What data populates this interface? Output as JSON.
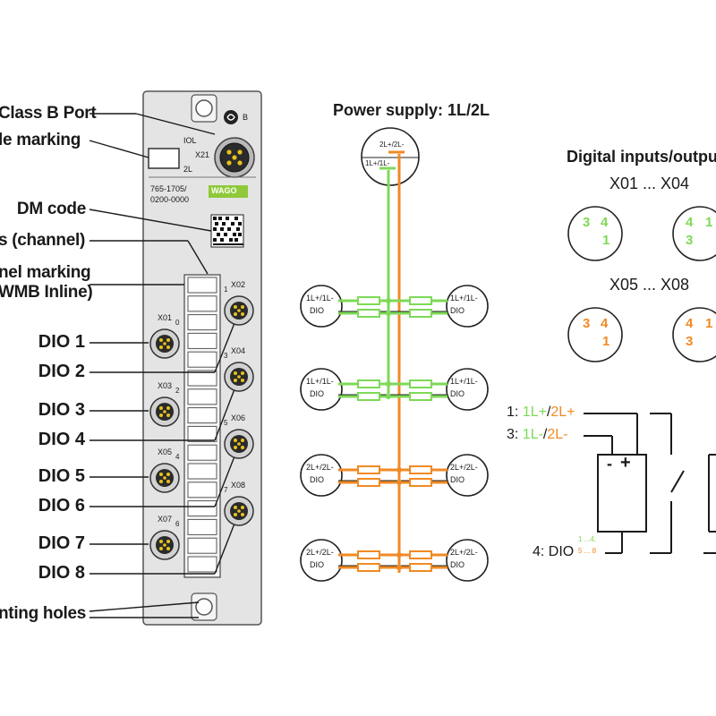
{
  "left_labels": {
    "port": "Class B Port",
    "marking": "le marking",
    "dm_code": "DM code",
    "channel": "s (channel)",
    "panel_marking_1": "nel marking",
    "panel_marking_2": "WMB Inline)",
    "holes": "nting holes"
  },
  "dio_labels": [
    "DIO 1",
    "DIO 2",
    "DIO 3",
    "DIO 4",
    "DIO 5",
    "DIO 6",
    "DIO 7",
    "DIO 8"
  ],
  "device": {
    "port_letter": "B",
    "iol": "IOL",
    "x21": "X21",
    "two_l": "2L",
    "part_number_1": "765-1705/",
    "part_number_2": "0200-0000",
    "brand": "WAGO",
    "left_ports": [
      {
        "name": "X01",
        "num": "0"
      },
      {
        "name": "X03",
        "num": "2"
      },
      {
        "name": "X05",
        "num": "4"
      },
      {
        "name": "X07",
        "num": "6"
      }
    ],
    "right_ports": [
      {
        "name": "X02",
        "num": "1"
      },
      {
        "name": "X04",
        "num": "3"
      },
      {
        "name": "X06",
        "num": "5"
      },
      {
        "name": "X08",
        "num": "7"
      }
    ]
  },
  "power": {
    "title": "Power supply: 1L/2L",
    "top_label_a": "2L+/2L-",
    "top_label_b": "1L+/1L-",
    "conn": [
      {
        "top": "1L+/1L-",
        "bottom": "DIO"
      },
      {
        "top": "1L+/1L-",
        "bottom": "DIO"
      },
      {
        "top": "2L+/2L-",
        "bottom": "DIO"
      },
      {
        "top": "2L+/2L-",
        "bottom": "DIO"
      }
    ]
  },
  "digital": {
    "title": "Digital inputs/outpu",
    "group1": "X01 ... X04",
    "group2": "X05 ... X08",
    "g1_left": [
      "3",
      "4",
      "1"
    ],
    "g1_right": [
      "4",
      "1",
      "3"
    ],
    "g2_left": [
      "3",
      "4",
      "1"
    ],
    "g2_right": [
      "4",
      "1",
      "3"
    ]
  },
  "wiring": {
    "pin1_prefix": "1:",
    "pin1_a": "1L+",
    "pin1_sep": "/",
    "pin1_b": "2L+",
    "pin3_prefix": "3:",
    "pin3_a": "1L-",
    "pin3_sep": "/",
    "pin3_b": "2L-",
    "pin4": "4: DIO",
    "pin4_sup": "1 ...4,",
    "pin4_sub": "5 ... 8",
    "minus": "-",
    "plus": "+"
  },
  "colors": {
    "green": "#7ed957",
    "orange": "#f08a24",
    "line": "#1a1a1a",
    "housing": "#e4e4e4"
  }
}
